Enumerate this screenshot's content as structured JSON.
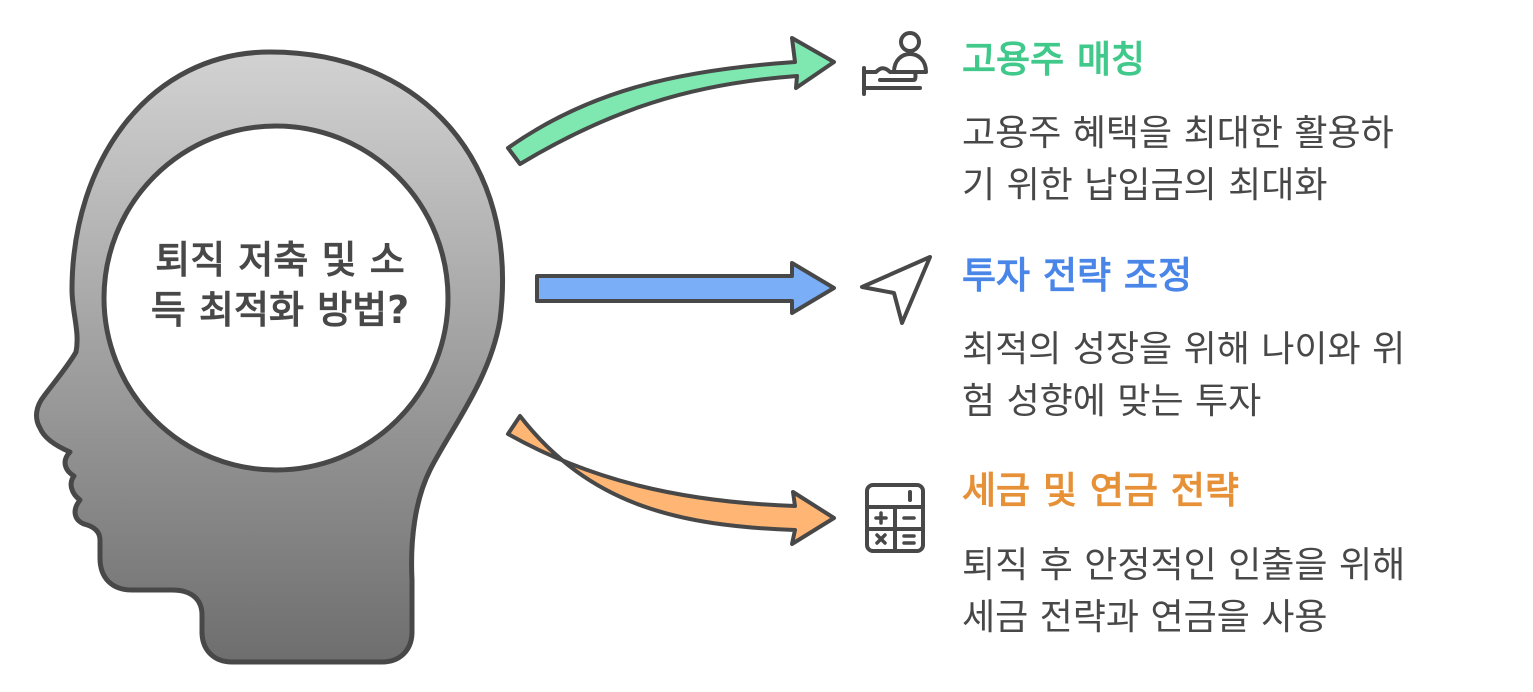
{
  "center": {
    "question_line1": "퇴직 저축 및 소",
    "question_line2": "득 최적화 방법?"
  },
  "colors": {
    "head_top": "#cfcfcf",
    "head_bottom": "#707070",
    "outline": "#484848",
    "employer": "#40c98a",
    "investment": "#4a86e8",
    "tax": "#e69138",
    "arrow_employer": "#7ee8b0",
    "arrow_investment": "#7aaef7",
    "arrow_tax": "#ffb675"
  },
  "branches": [
    {
      "title": "고용주 매칭",
      "desc_line1": "고용주 혜택을 최대한 활용하",
      "desc_line2": "기 위한 납입금의 최대화",
      "icon": "hand-person-icon"
    },
    {
      "title": "투자 전략 조정",
      "desc_line1": "최적의 성장을 위해 나이와 위",
      "desc_line2": "험 성향에 맞는 투자",
      "icon": "navigation-arrow-icon"
    },
    {
      "title": "세금 및 연금 전략",
      "desc_line1": "퇴직 후 안정적인 인출을 위해",
      "desc_line2": "세금 전략과 연금을 사용",
      "icon": "calculator-icon"
    }
  ]
}
